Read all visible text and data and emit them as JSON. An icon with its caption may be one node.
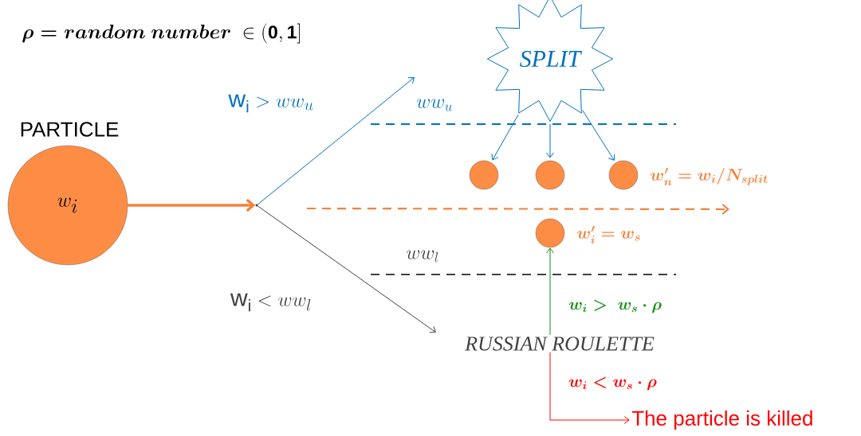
{
  "diagram": {
    "nodes": [
      {
        "text": [
          "PARTICLE",
          "w_i"
        ]
      },
      {
        "text": [],
        "shape": "point"
      },
      {
        "text": [
          "SPLIT"
        ]
      },
      {
        "text": [],
        "shape": "circle"
      },
      {
        "text": [],
        "shape": "circle"
      },
      {
        "text": [],
        "shape": "circle",
        "beside": [
          "\\boldsymbol{w'_n = w_i/N_{split}}"
        ]
      },
      {
        "text": [],
        "shape": "circle",
        "beside": [
          "\\boldsymbol{w'_i = w_s}"
        ]
      },
      {
        "text": [
          "RUSSIAN ROULETTE"
        ]
      },
      {
        "text": [
          "The particle is killed"
        ]
      }
    ],
    "edges": [
      {
        "from": 0,
        "to": 1,
        "arrow": "to",
        "style": "thick",
        "color": "#f4823c"
      },
      {
        "from": 1,
        "to": null,
        "arrow": "to"
      },
      {
        "from": 1,
        "to": 7,
        "arrow": "to",
        "color": "#404040"
      },
      {
        "from": 2,
        "to": 3,
        "arrow": "to"
      },
      {
        "from": 2,
        "to": 4,
        "arrow": "to"
      },
      {
        "from": 2,
        "to": 5,
        "arrow": "to"
      },
      {
        "from": 7,
        "to": 6,
        "arrow": "to",
        "color": "#129112",
        "label": "\\boldsymbol{w_i >\\ w_s \\cdot \\rho}"
      },
      {
        "from": 7,
        "to": 8,
        "arrow": "to",
        "color": "#ff0000",
        "label": "\\boldsymbol{w_i < w_s \\cdot \\rho}"
      }
    ],
    "labels": [
      "\\boldsymbol{\\rho = random\\ number}\\ \\in (\\mathbf{0},\\mathbf{1}]",
      "\\mathrm{w}_{\\mathrm{i}} > ww_u",
      "ww_u",
      "ww_l",
      "\\mathrm{w}_{\\mathrm{i}} < ww_l"
    ]
  }
}
